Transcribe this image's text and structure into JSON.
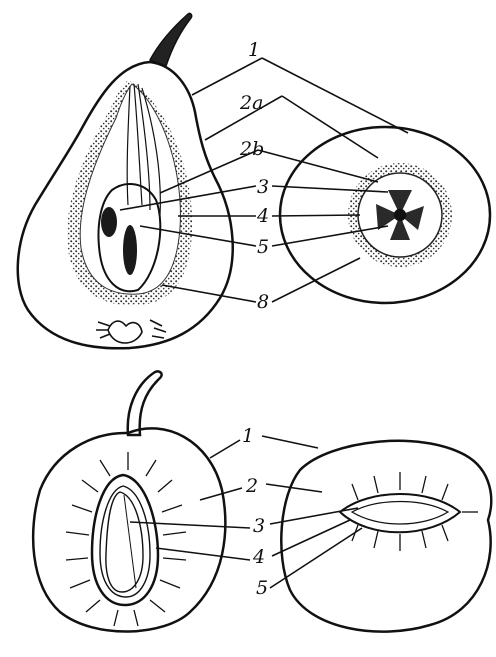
{
  "labels": {
    "top": {
      "l1": "1",
      "l2a": "2a",
      "l2b": "2b",
      "l3": "3",
      "l4": "4",
      "l5": "5",
      "l8": "8"
    },
    "bottom": {
      "l1": "1",
      "l2": "2",
      "l3": "3",
      "l4": "4",
      "l5": "5"
    }
  },
  "colors": {
    "ink": "#111111",
    "stipple": "#333333",
    "background": "#ffffff"
  }
}
